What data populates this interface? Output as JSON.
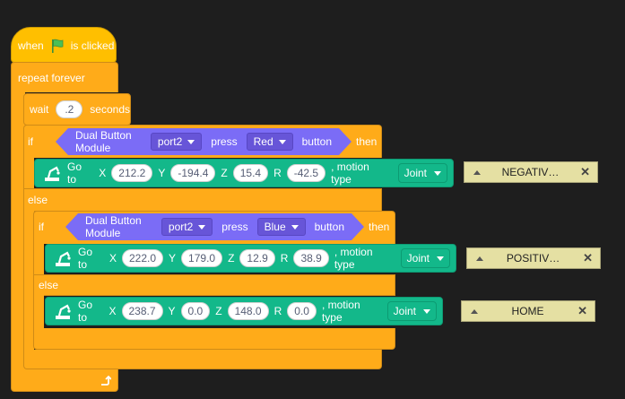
{
  "hat": {
    "when": "when",
    "flag_icon": "green-flag-icon",
    "is_clicked": "is clicked"
  },
  "forever": {
    "label": "repeat forever",
    "loop_icon": "loop-arrow-icon"
  },
  "wait": {
    "label": "wait",
    "value": ".2",
    "unit": "seconds"
  },
  "if1": {
    "if_label": "if",
    "then_label": "then",
    "else_label": "else",
    "condition": {
      "module": "Dual Button Module",
      "port": "port2",
      "press": "press",
      "color": "Red",
      "button": "button"
    },
    "goto": {
      "go_to": "Go to",
      "x_label": "X",
      "x": "212.2",
      "y_label": "Y",
      "y": "-194.4",
      "z_label": "Z",
      "z": "15.4",
      "r_label": "R",
      "r": "-42.5",
      "motion_type": ", motion type",
      "type": "Joint"
    },
    "note": "NEGATIV…"
  },
  "if2": {
    "if_label": "if",
    "then_label": "then",
    "else_label": "else",
    "condition": {
      "module": "Dual Button Module",
      "port": "port2",
      "press": "press",
      "color": "Blue",
      "button": "button"
    },
    "goto_then": {
      "go_to": "Go to",
      "x_label": "X",
      "x": "222.0",
      "y_label": "Y",
      "y": "179.0",
      "z_label": "Z",
      "z": "12.9",
      "r_label": "R",
      "r": "38.9",
      "motion_type": ", motion type",
      "type": "Joint"
    },
    "note_then": "POSITIV…",
    "goto_else": {
      "go_to": "Go to",
      "x_label": "X",
      "x": "238.7",
      "y_label": "Y",
      "y": "0.0",
      "z_label": "Z",
      "z": "148.0",
      "r_label": "R",
      "r": "0.0",
      "motion_type": ", motion type",
      "type": "Joint"
    },
    "note_else": "HOME"
  },
  "colors": {
    "event": "#ffbf00",
    "control": "#ffab19",
    "boolean": "#7b6cf6",
    "motion": "#13b88a",
    "note": "#e5e0a3"
  }
}
